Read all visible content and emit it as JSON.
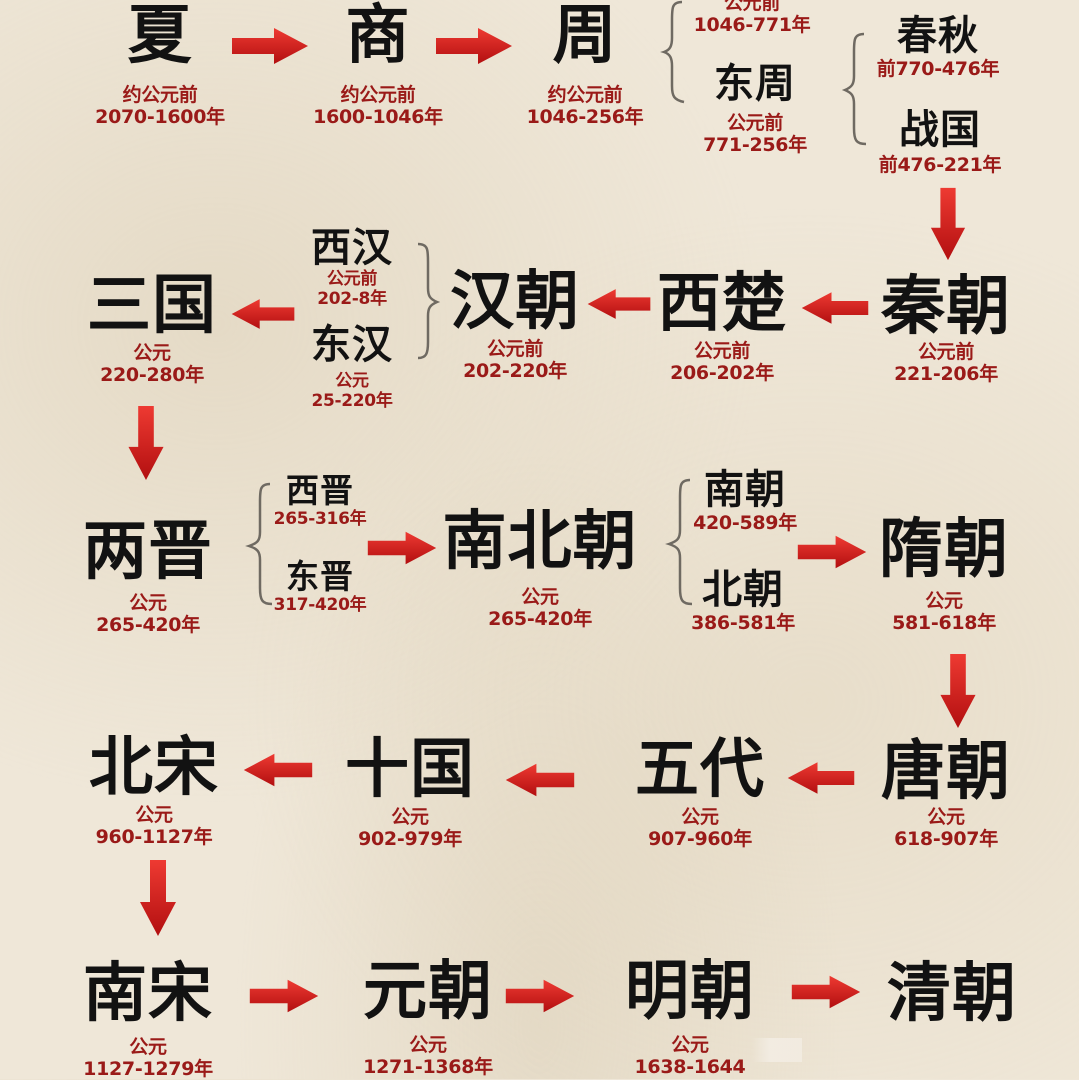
{
  "dynasties": {
    "xia": {
      "name": "夏",
      "label1": "约公元前",
      "label2": "2070-1600年"
    },
    "shang": {
      "name": "商",
      "label1": "约公元前",
      "label2": "1600-1046年"
    },
    "zhou": {
      "name": "周",
      "label1": "约公元前",
      "label2": "1046-256年"
    },
    "xizhou": {
      "label1": "公元前",
      "label2": "1046-771年"
    },
    "dongzhou": {
      "name": "东周",
      "label1": "公元前",
      "label2": "771-256年"
    },
    "chunqiu": {
      "name": "春秋",
      "label1": "前770-476年"
    },
    "zhanguo": {
      "name": "战国",
      "label1": "前476-221年"
    },
    "qin": {
      "name": "秦朝",
      "label1": "公元前",
      "label2": "221-206年"
    },
    "xichu": {
      "name": "西楚",
      "label1": "公元前",
      "label2": "206-202年"
    },
    "han": {
      "name": "汉朝",
      "label1": "公元前",
      "label2": "202-220年"
    },
    "xihan": {
      "name": "西汉",
      "label1": "公元前",
      "label2": "202-8年"
    },
    "donghan": {
      "name": "东汉",
      "label1": "公元",
      "label2": "25-220年"
    },
    "sanguo": {
      "name": "三国",
      "label1": "公元",
      "label2": "220-280年"
    },
    "liangjin": {
      "name": "两晋",
      "label1": "公元",
      "label2": "265-420年"
    },
    "xijin": {
      "name": "西晋",
      "label1": "265-316年"
    },
    "dongjin": {
      "name": "东晋",
      "label1": "317-420年"
    },
    "nanbei": {
      "name": "南北朝",
      "label1": "公元",
      "label2": "265-420年"
    },
    "nanchao": {
      "name": "南朝",
      "label1": "420-589年"
    },
    "beichao": {
      "name": "北朝",
      "label1": "386-581年"
    },
    "sui": {
      "name": "隋朝",
      "label1": "公元",
      "label2": "581-618年"
    },
    "tang": {
      "name": "唐朝",
      "label1": "公元",
      "label2": "618-907年"
    },
    "wudai": {
      "name": "五代",
      "label1": "公元",
      "label2": "907-960年"
    },
    "shiguo": {
      "name": "十国",
      "label1": "公元",
      "label2": "902-979年"
    },
    "beisong": {
      "name": "北宋",
      "label1": "公元",
      "label2": "960-1127年"
    },
    "nansong": {
      "name": "南宋",
      "label1": "公元",
      "label2": "1127-1279年"
    },
    "yuan": {
      "name": "元朝",
      "label1": "公元",
      "label2": "1271-1368年"
    },
    "ming": {
      "name": "明朝",
      "label1": "公元",
      "label2": "1638-1644"
    },
    "qing": {
      "name": "清朝"
    }
  },
  "colors": {
    "arrow": "#cf1a1a",
    "label": "#9a1a18",
    "name": "#121212",
    "bracket": "#6f6a62",
    "background": "#efe7d8"
  },
  "icons": {
    "arrow": "arrow-icon",
    "bracket": "brace-icon"
  }
}
